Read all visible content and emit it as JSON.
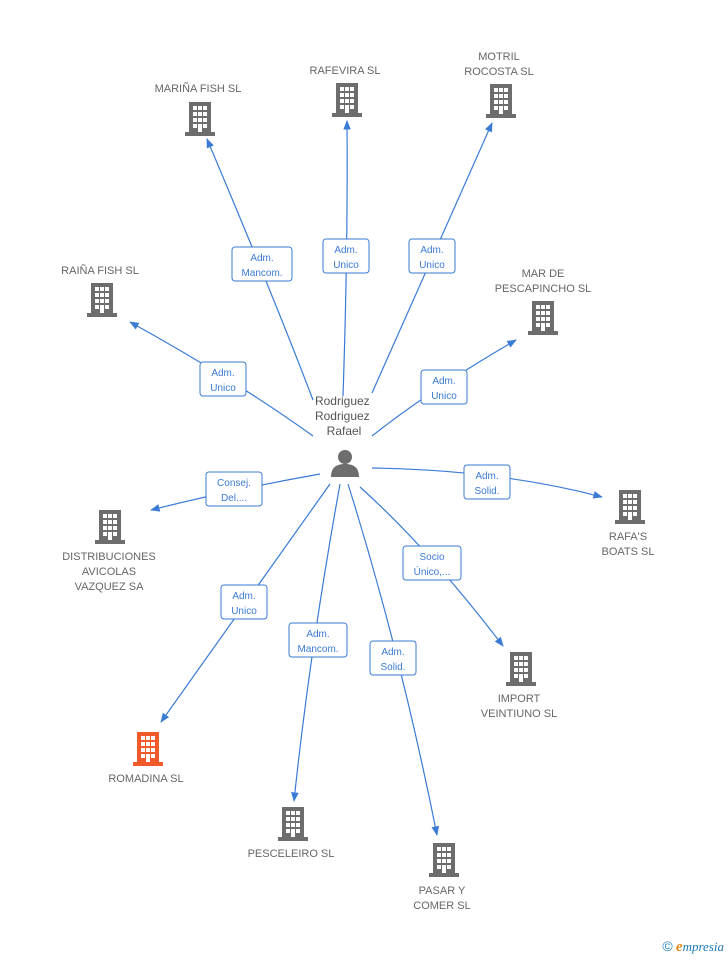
{
  "colors": {
    "edge": "#3a7bd5",
    "building": "#6d6d6d",
    "building_highlight": "#f05a2a",
    "label": "#666666",
    "person": "#6d6d6d"
  },
  "center": {
    "name_lines": [
      "Rodriguez",
      "Rodriguez",
      "Rafael"
    ],
    "icon": "person-icon"
  },
  "companies": [
    {
      "id": "marina-fish",
      "lines": [
        "MARIÑA FISH SL"
      ],
      "icon": "building-icon",
      "highlight": false
    },
    {
      "id": "rafevira",
      "lines": [
        "RAFEVIRA SL"
      ],
      "icon": "building-icon",
      "highlight": false
    },
    {
      "id": "motril-rocosta",
      "lines": [
        "MOTRIL",
        "ROCOSTA SL"
      ],
      "icon": "building-icon",
      "highlight": false
    },
    {
      "id": "raina-fish",
      "lines": [
        "RAIÑA FISH SL"
      ],
      "icon": "building-icon",
      "highlight": false
    },
    {
      "id": "mar-de-pescapincho",
      "lines": [
        "MAR DE",
        "PESCAPINCHO SL"
      ],
      "icon": "building-icon",
      "highlight": false
    },
    {
      "id": "distribuciones",
      "lines": [
        "DISTRIBUCIONES",
        "AVICOLAS",
        "VAZQUEZ SA"
      ],
      "icon": "building-icon",
      "highlight": false
    },
    {
      "id": "rafas-boats",
      "lines": [
        "RAFA'S",
        "BOATS SL"
      ],
      "icon": "building-icon",
      "highlight": false
    },
    {
      "id": "import-veintiuno",
      "lines": [
        "IMPORT",
        "VEINTIUNO SL"
      ],
      "icon": "building-icon",
      "highlight": false
    },
    {
      "id": "romadina",
      "lines": [
        "ROMADINA SL"
      ],
      "icon": "building-icon",
      "highlight": true
    },
    {
      "id": "pesceleiro",
      "lines": [
        "PESCELEIRO SL"
      ],
      "icon": "building-icon",
      "highlight": false
    },
    {
      "id": "pasar-y-comer",
      "lines": [
        "PASAR Y",
        "COMER SL"
      ],
      "icon": "building-icon",
      "highlight": false
    }
  ],
  "edges": [
    {
      "to": "marina-fish",
      "label_lines": [
        "Adm.",
        "Mancom."
      ]
    },
    {
      "to": "rafevira",
      "label_lines": [
        "Adm.",
        "Unico"
      ]
    },
    {
      "to": "motril-rocosta",
      "label_lines": [
        "Adm.",
        "Unico"
      ]
    },
    {
      "to": "raina-fish",
      "label_lines": [
        "Adm.",
        "Unico"
      ]
    },
    {
      "to": "mar-de-pescapincho",
      "label_lines": [
        "Adm.",
        "Unico"
      ]
    },
    {
      "to": "distribuciones",
      "label_lines": [
        "Consej.",
        "Del...."
      ]
    },
    {
      "to": "rafas-boats",
      "label_lines": [
        "Adm.",
        "Solid."
      ]
    },
    {
      "to": "import-veintiuno",
      "label_lines": [
        "Socio",
        "Único,..."
      ]
    },
    {
      "to": "romadina",
      "label_lines": [
        "Adm.",
        "Unico"
      ]
    },
    {
      "to": "pesceleiro",
      "label_lines": [
        "Adm.",
        "Mancom."
      ]
    },
    {
      "to": "pasar-y-comer",
      "label_lines": [
        "Adm.",
        "Solid."
      ]
    }
  ],
  "footer": {
    "copyright": "©",
    "brand_initial": "e",
    "brand_rest": "mpresia"
  }
}
